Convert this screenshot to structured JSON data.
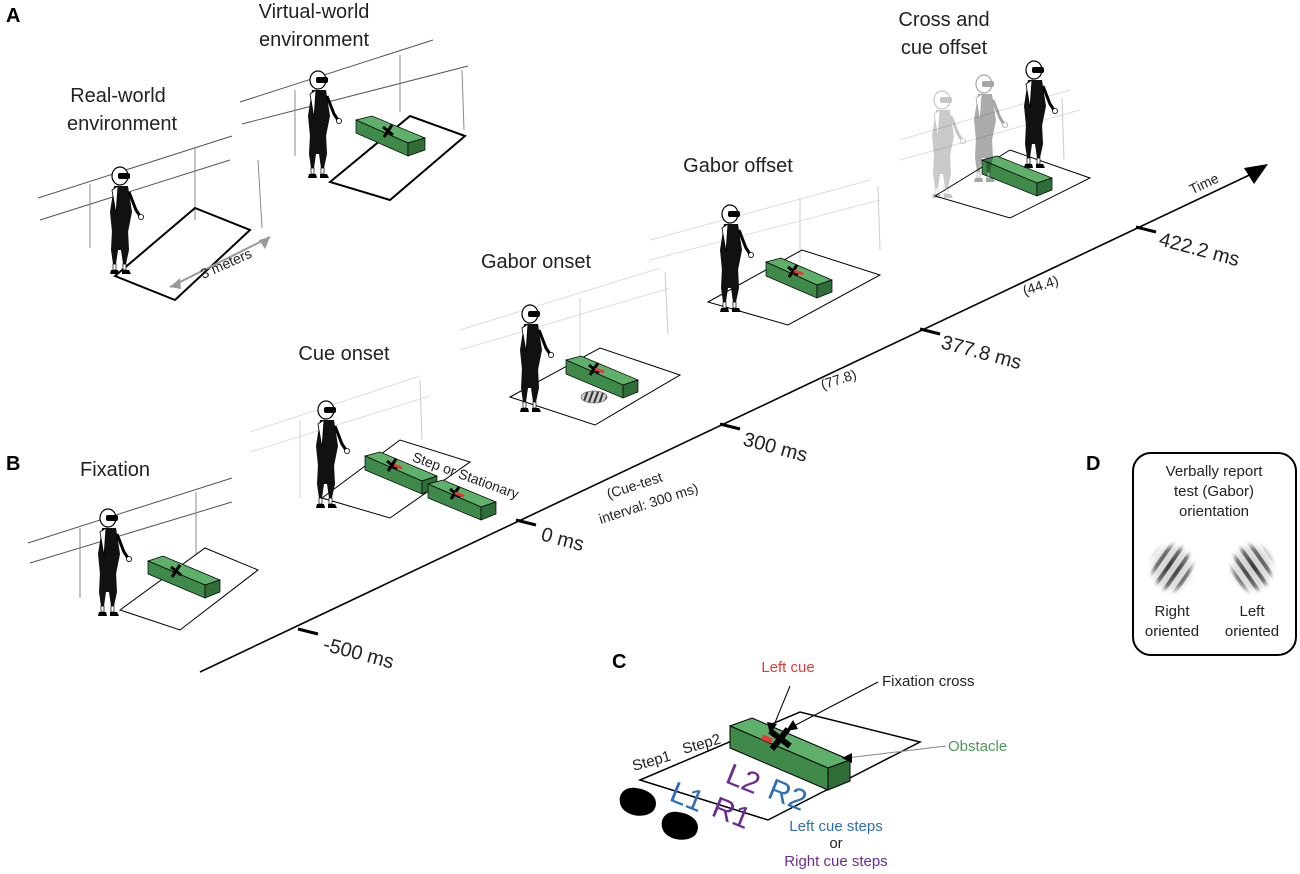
{
  "panels": {
    "a": "A",
    "b": "B",
    "c": "C",
    "d": "D"
  },
  "scenes": {
    "real_world": {
      "line1": "Real-world",
      "line2": "environment",
      "distance": "3 meters"
    },
    "virtual_world": {
      "line1": "Virtual-world",
      "line2": "environment"
    },
    "fixation": "Fixation",
    "cue_onset": "Cue onset",
    "step_label": "Step or Stationary",
    "gabor_onset": "Gabor onset",
    "gabor_offset": "Gabor offset",
    "cross_cue_offset": {
      "line1": "Cross and",
      "line2": "cue offset"
    }
  },
  "timeline": {
    "axis_label": "Time",
    "ticks": [
      "-500 ms",
      "0 ms",
      "300 ms",
      "377.8 ms",
      "422.2 ms"
    ],
    "interval_cue_test": {
      "line1": "(Cue-test",
      "line2": "interval: 300 ms)"
    },
    "interval_2": "(77.8)",
    "interval_3": "(44.4)"
  },
  "panel_c": {
    "left_cue": "Left cue",
    "fixation_cross": "Fixation cross",
    "obstacle": "Obstacle",
    "step1": "Step1",
    "step2": "Step2",
    "l2": "L2",
    "r2": "R2",
    "l1": "L1",
    "r1": "R1",
    "left_cue_steps": "Left cue steps",
    "or": "or",
    "right_cue_steps": "Right cue steps"
  },
  "panel_d": {
    "line1": "Verbally report",
    "line2": "test (Gabor)",
    "line3": "orientation",
    "right_1": "Right",
    "right_2": "oriented",
    "left_1": "Left",
    "left_2": "oriented"
  },
  "colors": {
    "obstacle": "#4a9a55",
    "cue_red": "#e53935",
    "left_blue": "#2e6fb5",
    "right_purple": "#6a2c91",
    "obstacle_label": "#4a9a55"
  }
}
